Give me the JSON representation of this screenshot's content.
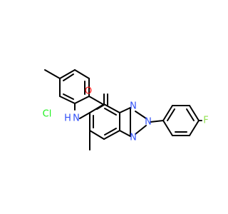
{
  "molecule": {
    "atoms": {
      "O": "O",
      "NH": "N",
      "H": "H",
      "Cl": "Cl",
      "F": "F",
      "N1": "N",
      "N2": "N",
      "N3": "N"
    },
    "colors": {
      "bond": "#000000",
      "oxygen": "#ff0d0d",
      "nitrogen": "#3050f8",
      "chlorine": "#1ff01f",
      "fluorine": "#90e050"
    }
  }
}
